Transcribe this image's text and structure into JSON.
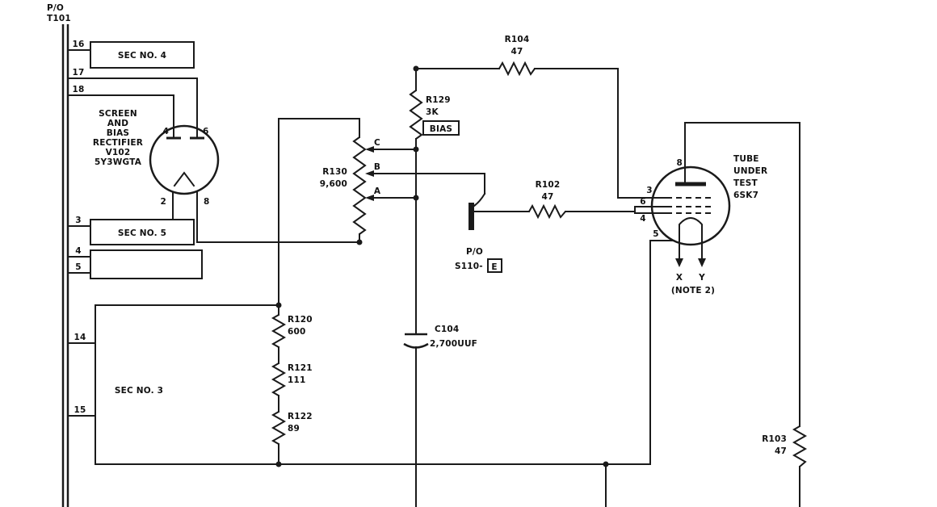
{
  "colors": {
    "ink": "#1a1a1a",
    "paper": "#ffffff"
  },
  "title_block": {
    "line1": "P/O",
    "line2": "T101"
  },
  "transformer": {
    "windings": [
      {
        "name": "SEC NO. 4",
        "terminals": [
          "16",
          "17",
          "18"
        ]
      },
      {
        "name": "SEC NO. 5",
        "terminals": [
          "3",
          "4",
          "5"
        ]
      },
      {
        "name": "SEC NO. 3",
        "terminals": [
          "14",
          "15"
        ]
      }
    ]
  },
  "rectifier": {
    "caption": [
      "SCREEN",
      "AND",
      "BIAS",
      "RECTIFIER",
      "V102",
      "5Y3WGTA"
    ],
    "pin_top_left": "4",
    "pin_top_right": "6",
    "pin_bottom_left": "2",
    "pin_bottom_right": "8"
  },
  "resistors": {
    "r104": {
      "ref": "R104",
      "value": "47"
    },
    "r129": {
      "ref": "R129",
      "value": "3K"
    },
    "r130": {
      "ref": "R130",
      "value": "9,600"
    },
    "r102": {
      "ref": "R102",
      "value": "47"
    },
    "r103": {
      "ref": "R103",
      "value": "47"
    },
    "r120": {
      "ref": "R120",
      "value": "600"
    },
    "r121": {
      "ref": "R121",
      "value": "111"
    },
    "r122": {
      "ref": "R122",
      "value": "89"
    }
  },
  "capacitor_c104": {
    "ref": "C104",
    "value": "2,700UUF"
  },
  "bias_tag": "BIAS",
  "pot_taps": {
    "c": "C",
    "b": "B",
    "a": "A"
  },
  "switch_s110": {
    "line1": "P/O",
    "line2": "S110-",
    "contact": "E"
  },
  "tube_under_test": {
    "caption": [
      "TUBE",
      "UNDER",
      "TEST",
      "6SK7"
    ],
    "pin_top": "8",
    "pin_3": "3",
    "pin_6": "6",
    "pin_4": "4",
    "pin_5": "5",
    "probe_x": "X",
    "probe_y": "Y",
    "note": "(NOTE 2)"
  }
}
